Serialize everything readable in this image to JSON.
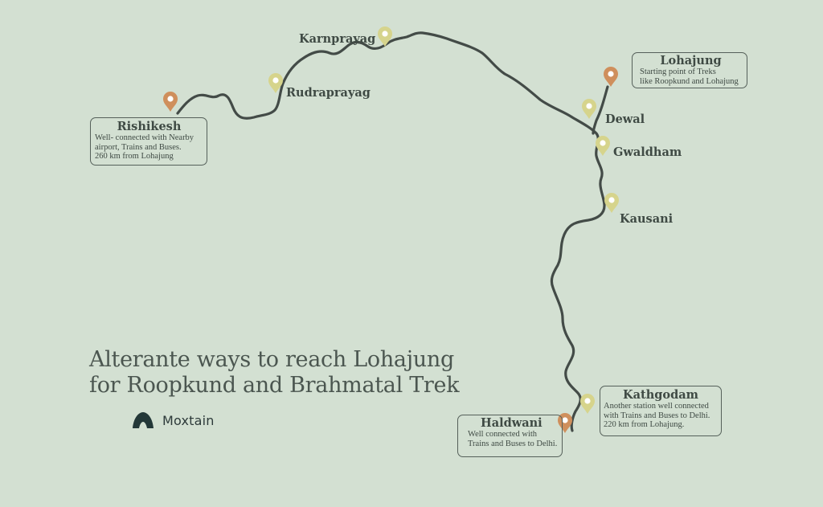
{
  "title_line1": "Alterante ways to reach Lohajung",
  "title_line2": "for Roopkund and Brahmatal Trek",
  "brand": {
    "name": "Moxtain",
    "logo_icon": "mountain-logo-icon"
  },
  "colors": {
    "background": "#d3e0d2",
    "route": "#434b47",
    "pin_major": "#cf8f5c",
    "pin_minor": "#d6d48c",
    "text": "#3f4a44"
  },
  "places": {
    "karnprayag": "Karnprayag",
    "rudraprayag": "Rudraprayag",
    "dewal": "Dewal",
    "gwaldham": "Gwaldham",
    "kausani": "Kausani"
  },
  "callouts": {
    "lohajung": {
      "title": "Lohajung",
      "line1": "Starting point of Treks",
      "line2": "like Roopkund and Lohajung"
    },
    "rishikesh": {
      "title": "Rishikesh",
      "line1": "Well- connected with Nearby",
      "line2": "airport, Trains and Buses.",
      "line3": "260 km from Lohajung"
    },
    "kathgodam": {
      "title": "Kathgodam",
      "line1": "Another station well connected",
      "line2": "with Trains and Buses to Delhi.",
      "line3": "220 km from Lohajung."
    },
    "haldwani": {
      "title": "Haldwani",
      "line1": "Well connected with",
      "line2": "Trains and Buses to Delhi."
    }
  }
}
